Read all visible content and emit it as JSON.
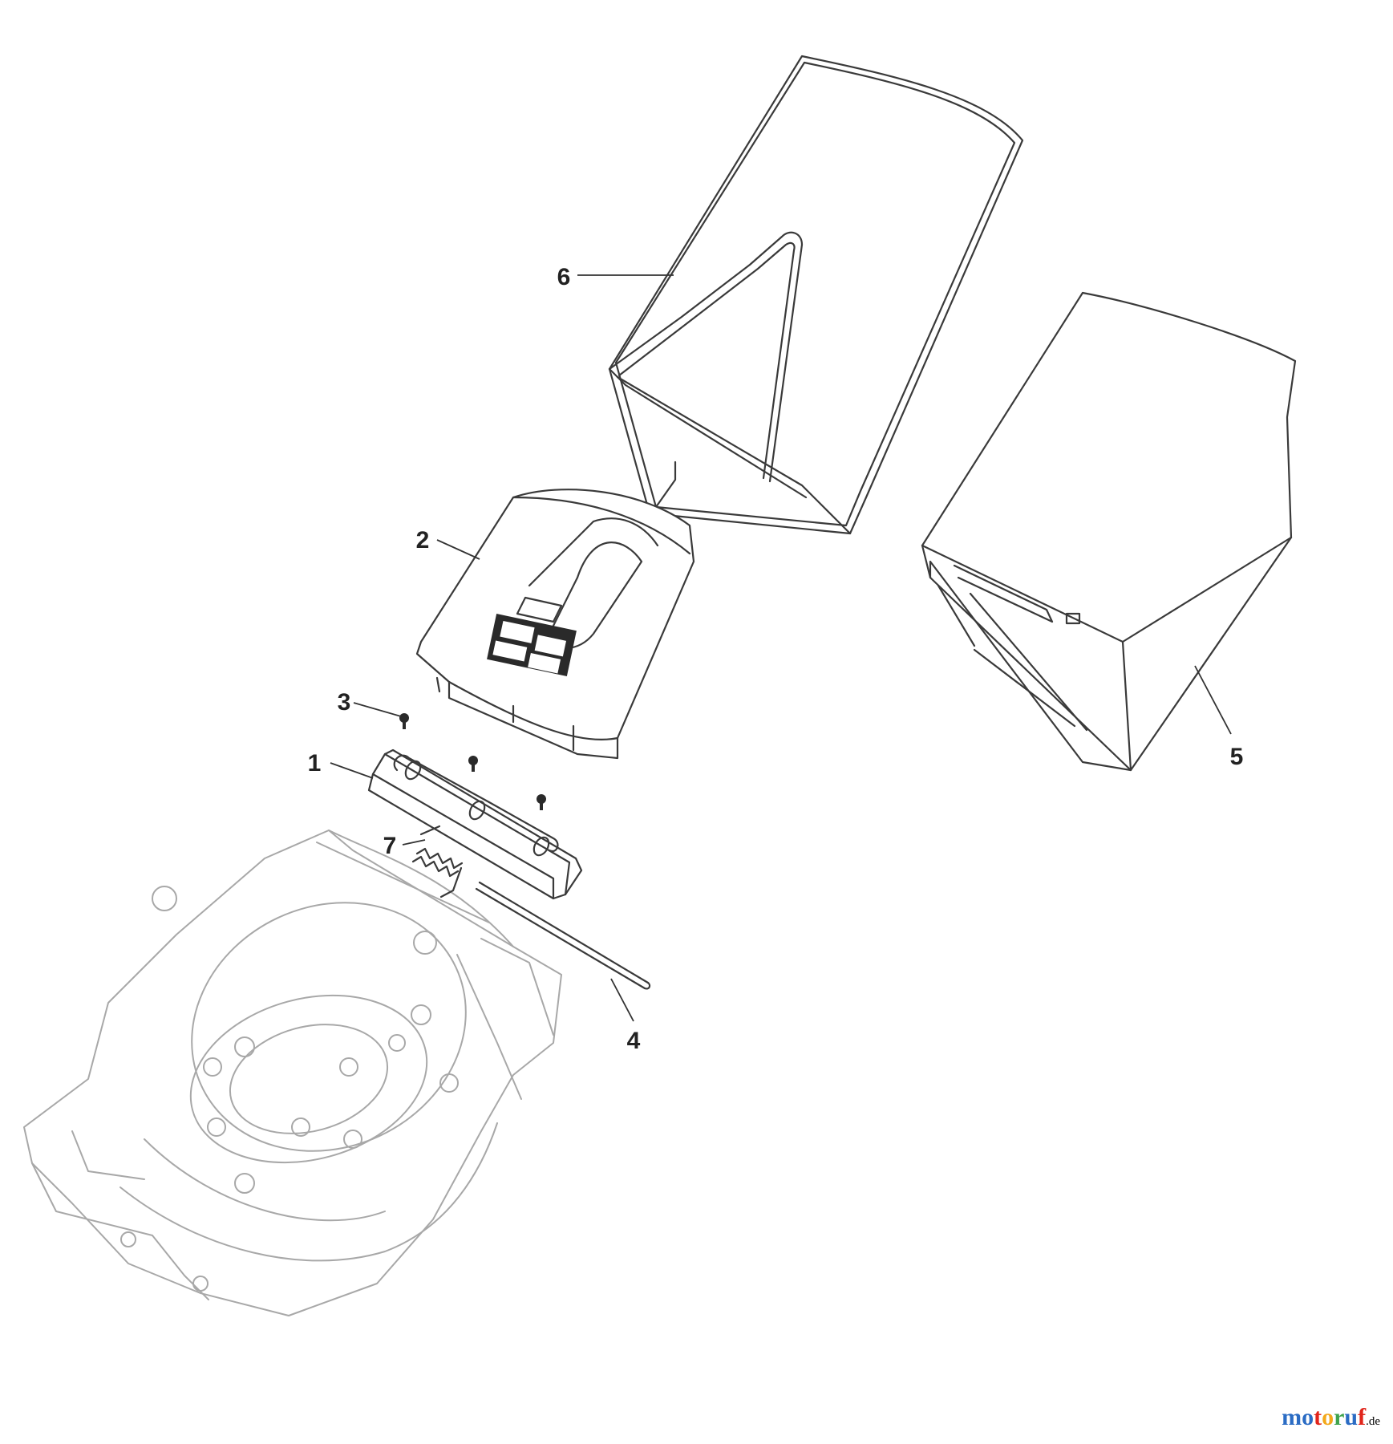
{
  "callouts": [
    {
      "id": "1",
      "label": "1"
    },
    {
      "id": "2",
      "label": "2"
    },
    {
      "id": "3",
      "label": "3"
    },
    {
      "id": "4",
      "label": "4"
    },
    {
      "id": "5",
      "label": "5"
    },
    {
      "id": "6",
      "label": "6"
    },
    {
      "id": "7",
      "label": "7"
    }
  ],
  "brand": {
    "name": "motoruf",
    "suffix": ".de",
    "letter_colors": [
      "#2b6cc4",
      "#2b6cc4",
      "#e1251b",
      "#f3a81b",
      "#3fa34d",
      "#2b6cc4",
      "#e1251b"
    ]
  }
}
